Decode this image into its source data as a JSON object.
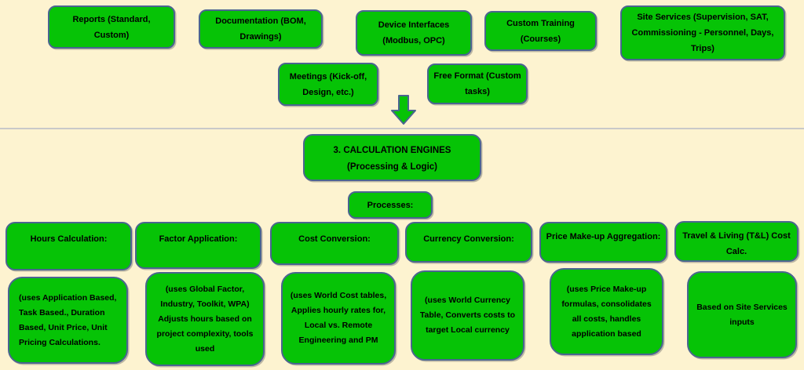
{
  "colors": {
    "background": "#fdf3d0",
    "box_fill": "#06c306",
    "box_border": "#4a6590",
    "separator_line": "#c9c9c9",
    "text": "#000000"
  },
  "diagram": {
    "top_row": [
      {
        "label": "Reports (Standard, Custom)"
      },
      {
        "label": "Documentation (BOM, Drawings)"
      },
      {
        "label": "Device Interfaces (Modbus, OPC)"
      },
      {
        "label": "Custom Training (Courses)"
      },
      {
        "label": "Site Services (Supervision, SAT, Commissioning - Personnel, Days, Trips)"
      }
    ],
    "second_row": [
      {
        "label": "Meetings (Kick-off, Design, etc.)"
      },
      {
        "label": "Free Format (Custom tasks)"
      }
    ],
    "engine": {
      "line1": "3. CALCULATION ENGINES",
      "line2": "(Processing & Logic)"
    },
    "processes_label": "Processes:",
    "process_columns": [
      {
        "header": "Hours Calculation:",
        "detail": "(uses Application Based, Task Based., Duration Based, Unit Price, Unit Pricing Calculations."
      },
      {
        "header": "Factor Application:",
        "detail": "(uses Global Factor, Industry, Toolkit, WPA) Adjusts hours based on project complexity, tools used"
      },
      {
        "header": "Cost Conversion:",
        "detail": "(uses World Cost tables, Applies hourly rates for, Local vs. Remote Engineering and PM"
      },
      {
        "header": "Currency Conversion:",
        "detail": "(uses World Currency Table, Converts costs to target Local currency"
      },
      {
        "header": "Price Make-up Aggregation:",
        "detail": "(uses Price Make-up formulas, consolidates all costs, handles application based"
      },
      {
        "header": "Travel & Living (T&L) Cost Calc.",
        "detail": "Based on Site Services inputs"
      }
    ]
  }
}
